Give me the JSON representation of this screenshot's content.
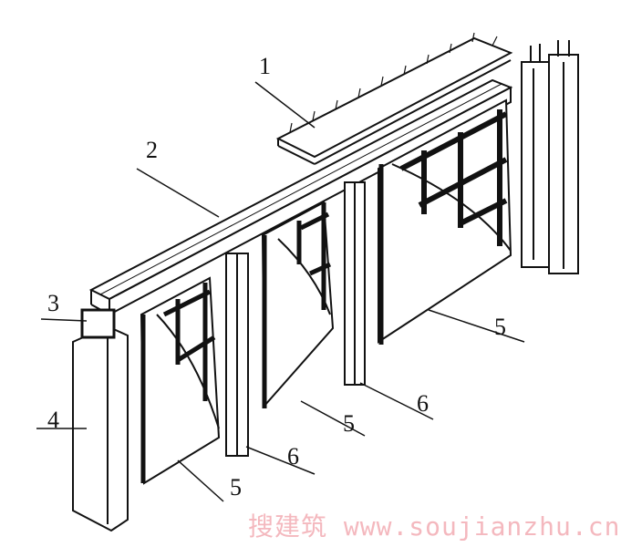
{
  "labels": {
    "slab": "1",
    "beam": "2",
    "joint": "3",
    "corner_column": "4",
    "panel_left": "5",
    "column_mid_left": "6",
    "panel_mid": "5",
    "column_mid_right": "6",
    "panel_right": "5"
  },
  "watermark": "搜建筑 www.soujianzhu.cn"
}
